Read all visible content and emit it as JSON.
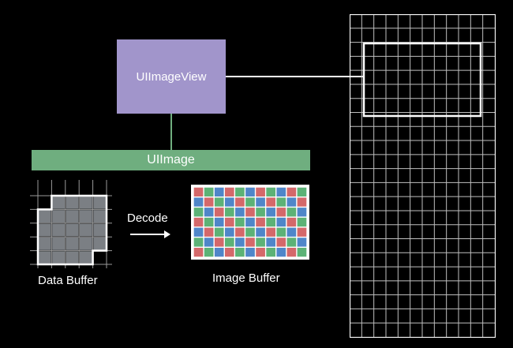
{
  "nodes": {
    "imageview": "UIImageView",
    "uiimage": "UIImage",
    "data_buffer": "Data Buffer",
    "image_buffer": "Image Buffer",
    "decode": "Decode"
  },
  "colors": {
    "background": "#000000",
    "imageview_fill": "#a195cb",
    "uiimage_fill": "#6fae7f",
    "data_cell": "#7b7f84",
    "pixel_red": "#d4686a",
    "pixel_green": "#5cb276",
    "pixel_blue": "#4f86c9",
    "grid_line": "#bfbfbf"
  }
}
